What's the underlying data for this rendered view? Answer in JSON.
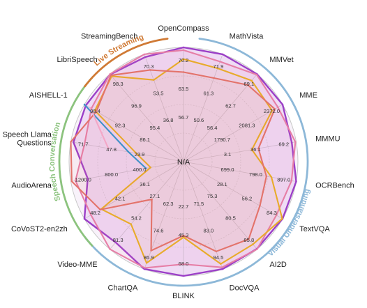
{
  "chart_data": {
    "type": "radar",
    "center_label": "N/A",
    "grid": true,
    "categories": [
      "OpenCompass",
      "MathVista",
      "MMVet",
      "MME",
      "MMMU",
      "OCRBench",
      "TextVQA",
      "AI2D",
      "DocVQA",
      "BLINK",
      "ChartQA",
      "Video-MME",
      "CoVoST2-en2zh",
      "AudioArena",
      "Speech Llama Questions",
      "AISHELL-1",
      "LibriSpeech",
      "StreamingBench"
    ],
    "scale_max": [
      70.2,
      71.9,
      69.1,
      2372.0,
      69.2,
      897.0,
      84.3,
      85.8,
      94.5,
      68.0,
      86.9,
      81.3,
      48.2,
      1200.0,
      71.7,
      98.4,
      98.3,
      70.3
    ],
    "tick_labels": [
      [
        "70.2",
        "63.5",
        "56.7"
      ],
      [
        "71.9",
        "61.3",
        "50.6"
      ],
      [
        "69.1",
        "62.7",
        "56.4"
      ],
      [
        "2372.0",
        "2081.3",
        "1790.7"
      ],
      [
        "69.2",
        "36.1",
        "3.1"
      ],
      [
        "897.0",
        "798.0",
        "699.0"
      ],
      [
        "84.3",
        "56.2",
        "28.1"
      ],
      [
        "85.8",
        "80.5",
        "75.3"
      ],
      [
        "94.5",
        "83.0",
        "71.5"
      ],
      [
        "68.0",
        "45.3",
        "22.7"
      ],
      [
        "86.9",
        "74.6",
        "62.3"
      ],
      [
        "81.3",
        "54.2",
        "27.1"
      ],
      [
        "48.2",
        "42.1",
        "36.1"
      ],
      [
        "1200.0",
        "800.0",
        "400.0"
      ],
      [
        "71.7",
        "47.8",
        "23.9"
      ],
      [
        "98.4",
        "92.3",
        "86.1"
      ],
      [
        "98.3",
        "96.9",
        "95.4"
      ],
      [
        "70.3",
        "53.5",
        "36.8"
      ]
    ],
    "groups": [
      {
        "label": "Visual Understanding",
        "start": 1,
        "end": 11,
        "color": "#8db8d8"
      },
      {
        "label": "Speech Conversation",
        "start": 12,
        "end": 15,
        "color": "#8cc37e"
      },
      {
        "label": "Live Streaming",
        "start": 16,
        "end": 17,
        "color": "#d07a35"
      }
    ],
    "series": [
      {
        "color": "#9b3fc7",
        "fill": "rgba(191,106,221,0.16)",
        "values": [
          70.2,
          71.9,
          69.1,
          2372.0,
          66.5,
          897.0,
          84.3,
          85.5,
          94.5,
          68.0,
          86.9,
          75.0,
          48.2,
          1020.0,
          70.0,
          97.0,
          98.0,
          68.5
        ]
      },
      {
        "color": "#e67ea6",
        "fill": "rgba(236,130,176,0.10)",
        "values": [
          68.5,
          67.0,
          68.7,
          2260.0,
          68.7,
          860.0,
          79.0,
          85.8,
          93.0,
          61.0,
          86.0,
          81.3,
          45.0,
          1150.0,
          63.0,
          91.5,
          98.3,
          70.3
        ]
      },
      {
        "color": "#e8ab2a",
        "fill": "rgba(232,171,42,0.05)",
        "values": [
          63.0,
          62.5,
          64.0,
          2120.0,
          42.0,
          700.0,
          84.0,
          81.0,
          90.0,
          45.0,
          82.0,
          58.0,
          40.0,
          350.0,
          30.0,
          88.0,
          96.0,
          53.5
        ]
      },
      {
        "color": "#e3736b",
        "fill": "rgba(227,115,107,0.05)",
        "values": [
          55.0,
          56.0,
          60.5,
          2185.0,
          46.0,
          660.0,
          65.0,
          76.0,
          79.0,
          44.0,
          72.0,
          35.0,
          40.5,
          1190.0,
          71.7,
          86.5,
          97.0,
          60.0
        ]
      },
      {
        "color": "#3f91c9",
        "fill": "rgba(63,145,201,0.04)",
        "values": [
          null,
          null,
          null,
          null,
          null,
          null,
          null,
          null,
          null,
          null,
          null,
          null,
          null,
          400.0,
          35.0,
          98.4,
          null,
          null
        ]
      },
      {
        "color": "#f4a6c6",
        "fill": "rgba(244,166,198,0.05)",
        "values": [
          null,
          null,
          null,
          null,
          null,
          null,
          null,
          null,
          null,
          null,
          null,
          null,
          null,
          null,
          47.8,
          92.5,
          null,
          null
        ]
      }
    ]
  }
}
